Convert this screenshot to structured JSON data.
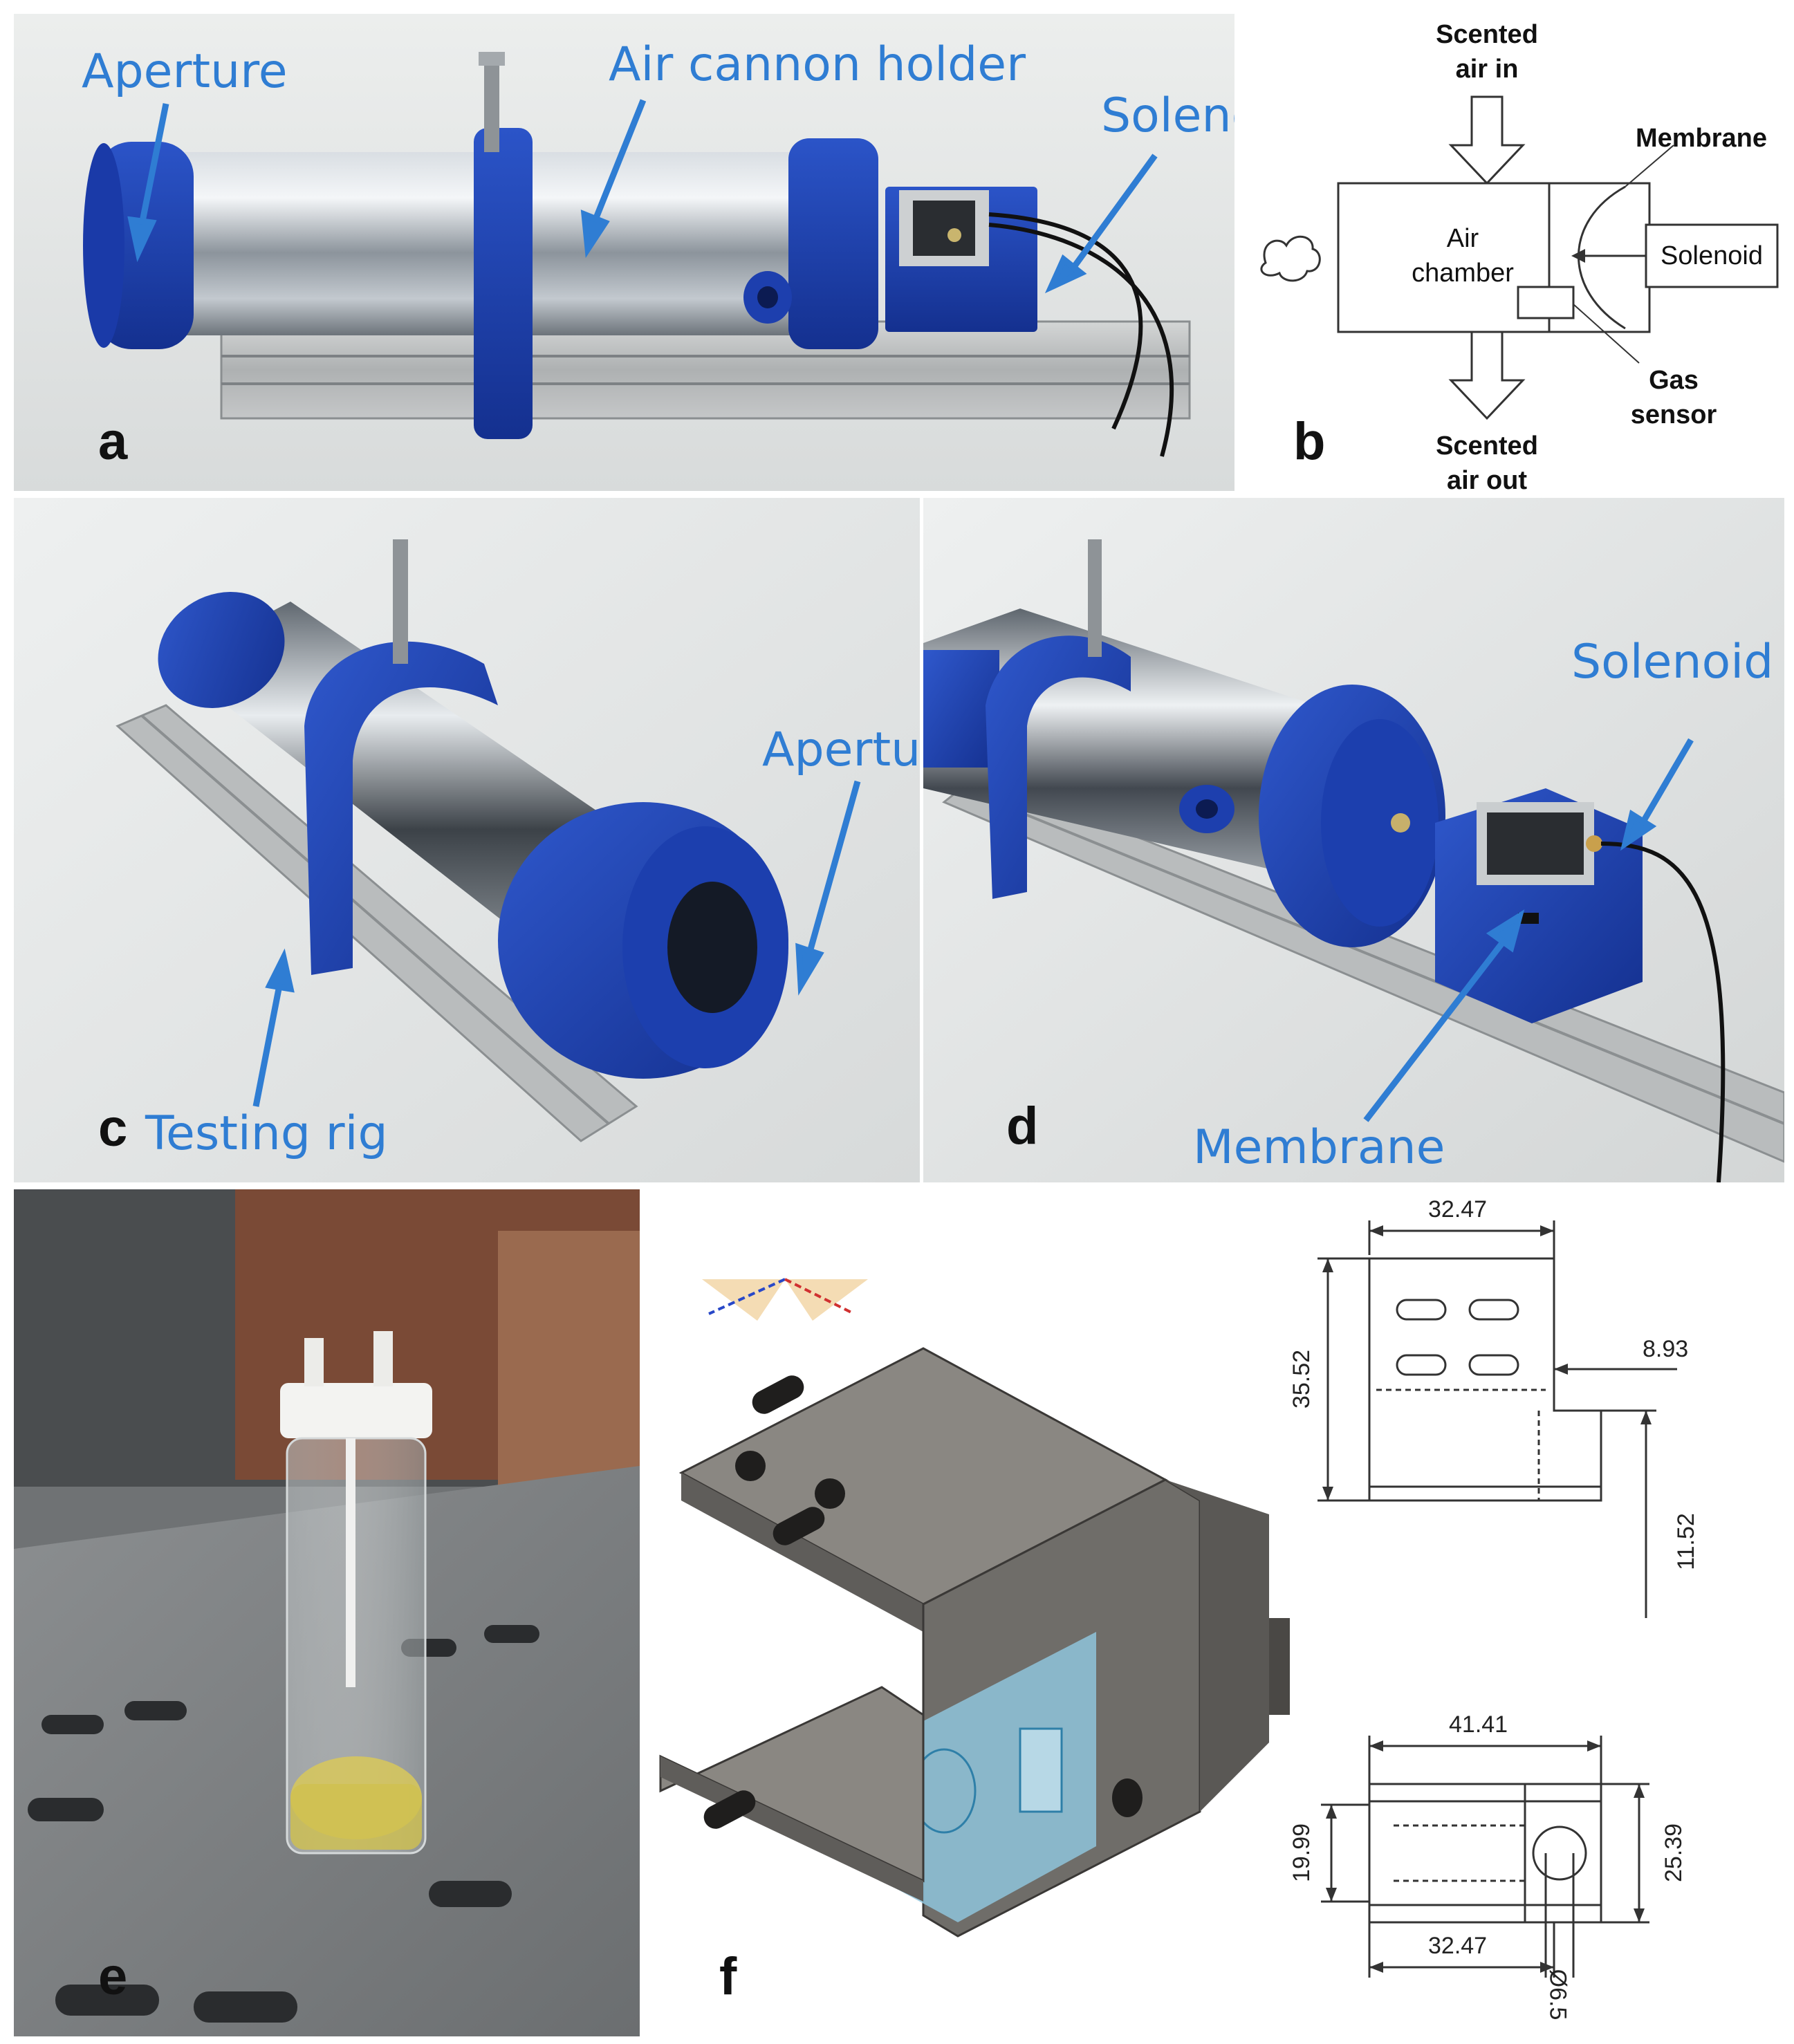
{
  "panels": {
    "a": {
      "letter": "a",
      "labels": {
        "aperture": "Aperture",
        "air_cannon_holder": "Air cannon holder",
        "solenoid": "Solenoid"
      }
    },
    "b": {
      "letter": "b",
      "labels": {
        "scented_air_in": "Scented\nair in",
        "membrane": "Membrane",
        "air_chamber": "Air\nchamber",
        "solenoid": "Solenoid",
        "gas_sensor": "Gas\nsensor",
        "scented_air_out": "Scented\nair out"
      }
    },
    "c": {
      "letter": "c",
      "labels": {
        "aperture": "Aperture",
        "testing_rig": "Testing rig"
      }
    },
    "d": {
      "letter": "d",
      "labels": {
        "solenoid": "Solenoid",
        "membrane": "Membrane"
      }
    },
    "e": {
      "letter": "e"
    },
    "f": {
      "letter": "f",
      "dimensions": {
        "top_width": "32.47",
        "height": "35.52",
        "offset": "8.93",
        "step": "11.52",
        "bottom_length": "41.41",
        "inner_width": "19.99",
        "outer_width": "25.39",
        "bottom_width": "32.47",
        "hole_diameter": "Ø6.5"
      }
    }
  },
  "colors": {
    "callout": "#2f7dd3",
    "printed_blue": "#1c3fb0",
    "cad_grey": "#7a7874",
    "cad_highlight": "#8fc4dc"
  }
}
